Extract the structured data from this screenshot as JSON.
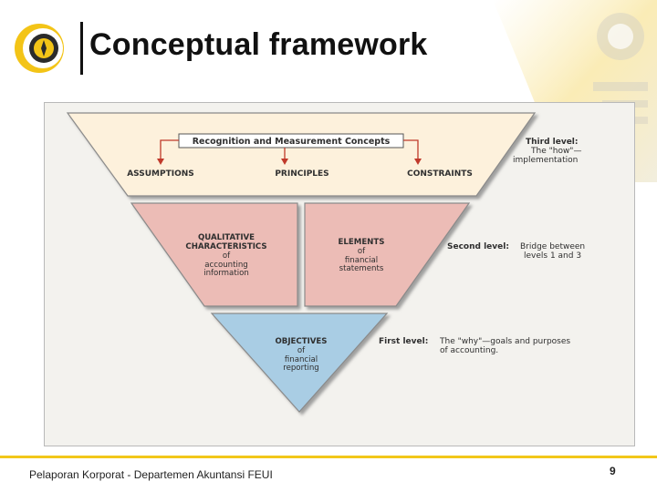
{
  "slide": {
    "title": "Conceptual framework",
    "footer": "Pelaporan Korporat - Departemen Akuntansi FEUI",
    "page_number": "9"
  },
  "diagram": {
    "top_box": "Recognition and Measurement Concepts",
    "third_level": {
      "items": [
        "ASSUMPTIONS",
        "PRINCIPLES",
        "CONSTRAINTS"
      ],
      "label": "Third level:",
      "desc_line1": "The \"how\"—",
      "desc_line2": "implementation"
    },
    "second_level": {
      "left": [
        "QUALITATIVE",
        "CHARACTERISTICS",
        "of",
        "accounting",
        "information"
      ],
      "right": [
        "ELEMENTS",
        "of",
        "financial",
        "statements"
      ],
      "label": "Second level:",
      "desc_line1": "Bridge between",
      "desc_line2": "levels 1 and 3"
    },
    "first_level": {
      "center": [
        "OBJECTIVES",
        "of",
        "financial",
        "reporting"
      ],
      "label": "First level:",
      "desc_line1": "The \"why\"—goals and purposes",
      "desc_line2": "of accounting."
    }
  },
  "colors": {
    "accent": "#f2c71a",
    "top_fill": "#fdf1dc",
    "middle_fill": "#ecbcb6",
    "bottom_fill": "#a9cde4",
    "arrow": "#c0392b"
  }
}
